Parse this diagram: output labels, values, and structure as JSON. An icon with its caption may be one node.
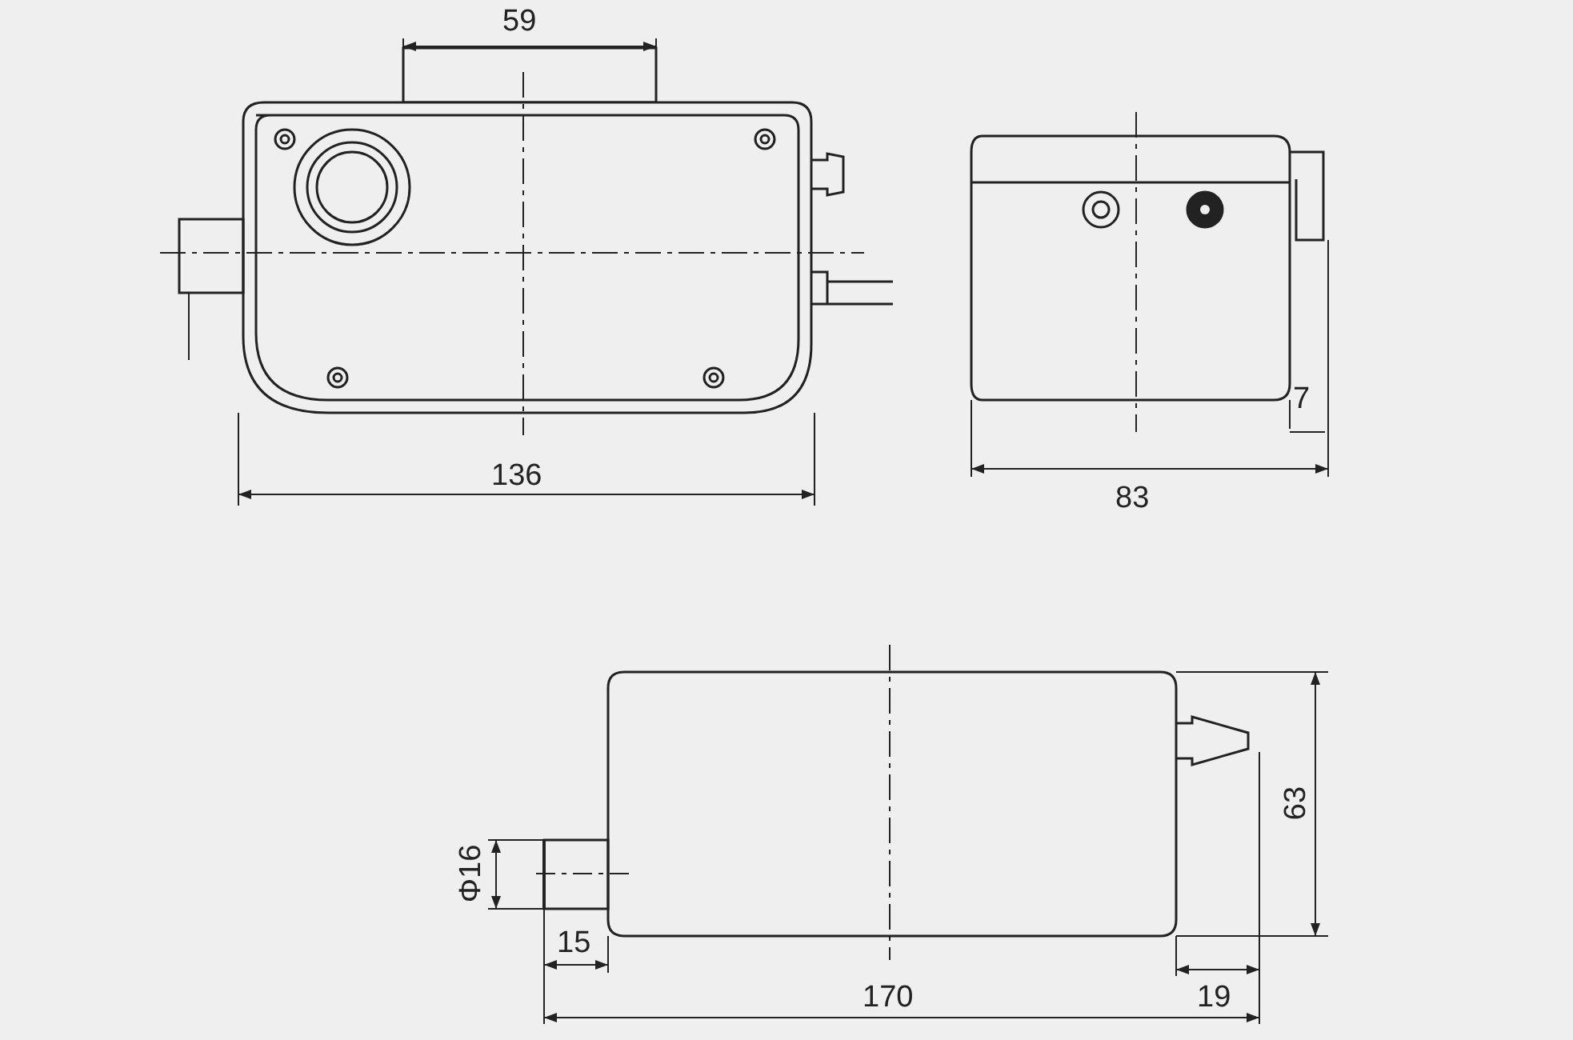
{
  "diagram": {
    "labels": [
      "59",
      "7",
      "136",
      "83",
      "63",
      "Φ16",
      "15",
      "170",
      "19"
    ]
  }
}
